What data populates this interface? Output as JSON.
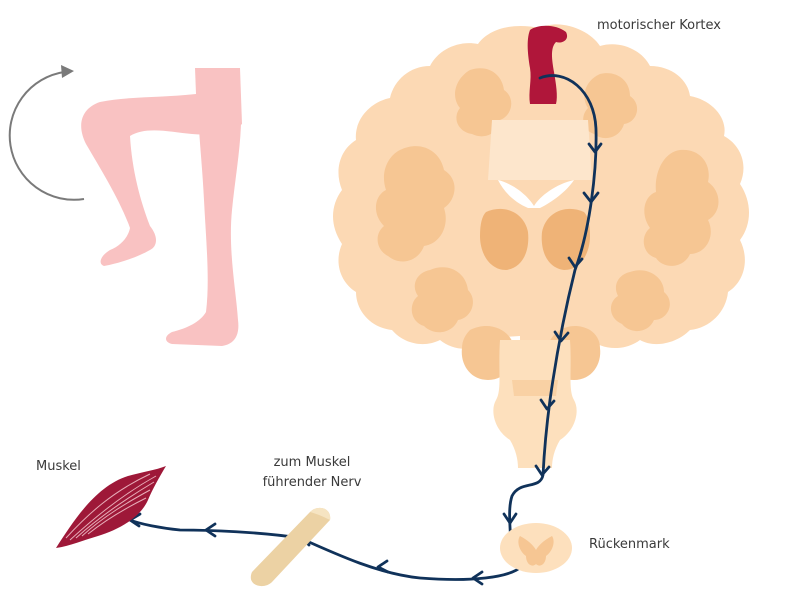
{
  "labels": {
    "motor_cortex": "motorischer Kortex",
    "muscle": "Muskel",
    "nerve_line1": "zum Muskel",
    "nerve_line2": "führender Nerv",
    "spinal_cord": "Rückenmark"
  },
  "colors": {
    "brain_outer": "#fcd9b4",
    "brain_inner": "#f6bf88",
    "brain_deep": "#efb377",
    "brainstem": "#fde0bd",
    "motor_cortex": "#b0163a",
    "pathway": "#10325a",
    "leg": "#f9c2c2",
    "rotation_arrow": "#7a7a7a",
    "muscle": "#9e1838",
    "nerve": "#ecd2a4",
    "label_text": "#3a3a3a"
  },
  "icons": {
    "rotation": "curved-arrow-icon",
    "leg": "leg-figure",
    "muscle": "muscle-icon",
    "nerve": "nerve-segment-icon"
  }
}
